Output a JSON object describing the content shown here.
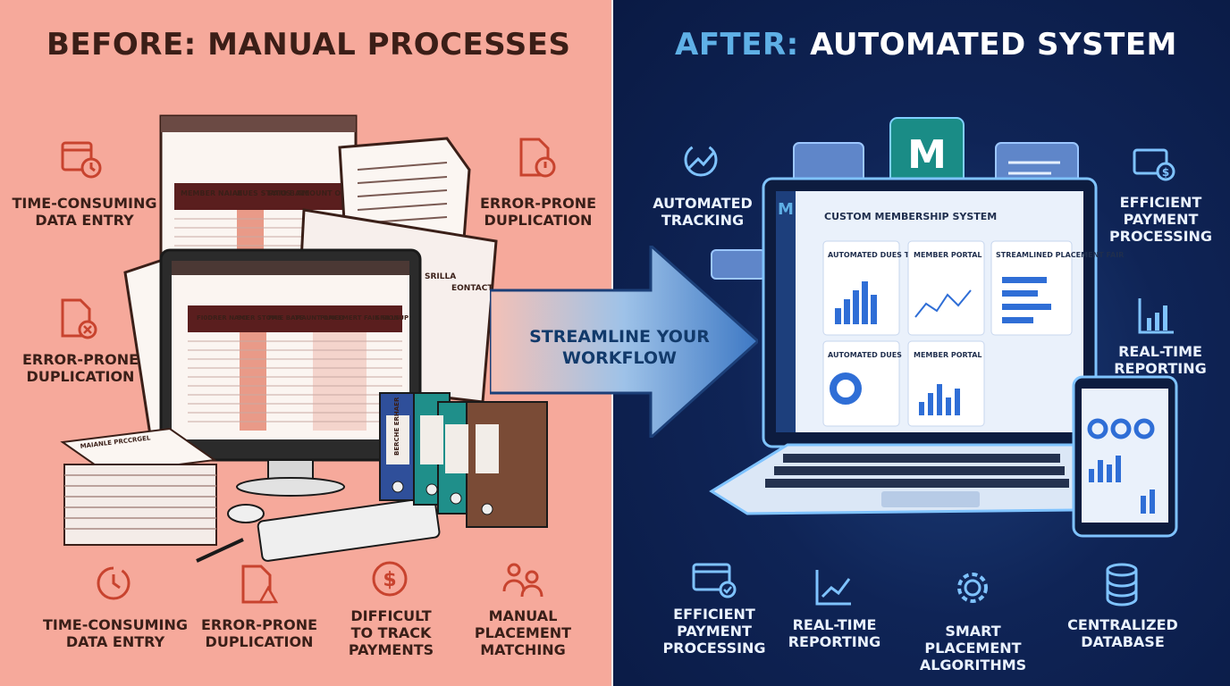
{
  "before": {
    "title": "BEFORE: MANUAL PROCESSES",
    "labels": [
      {
        "text": "TIME-CONSUMING DATA ENTRY",
        "icon": "calendar-clock-icon"
      },
      {
        "text": "ERROR-PRONE DUPLICATION",
        "icon": "document-warning-icon"
      },
      {
        "text": "ERROR-PRONE DUPLICATION",
        "icon": "document-error-icon"
      },
      {
        "text": "TIME-CONSUMING DATA ENTRY",
        "icon": "clock-icon"
      },
      {
        "text": "ERROR-PRONE DUPLICATION",
        "icon": "document-alert-icon"
      },
      {
        "text": "DIFFICULT TO TRACK PAYMENTS",
        "icon": "dollar-coin-icon"
      },
      {
        "text": "MANUAL PLACEMENT MATCHING",
        "icon": "people-swap-icon"
      }
    ],
    "spreadsheet_back": {
      "headers": [
        "MEMBER NAIAE",
        "BUES STATUS",
        "PAIO BATE",
        "AMOUNT ORED"
      ]
    },
    "spreadsheet_mid": {
      "headers": [
        "SRILLA",
        "EONTACT"
      ]
    },
    "spreadsheet_front": {
      "headers": [
        "FI0DRER NAME",
        "SCER STOMS",
        "PAIE BATE",
        "AMAUNT OMED",
        "PLACEMERT FAIK SIONUP",
        "SRILLS"
      ]
    },
    "paper_stack_label": "MAIANLE PRCCRGEL",
    "binder_label": "BERCHE ERHAER"
  },
  "arrow_text": "STREAMLINE YOUR WORKFLOW",
  "after": {
    "title_accent": "AFTER:",
    "title_rest": " AUTOMATED SYSTEM",
    "labels": [
      {
        "text": "AUTOMATED TRACKING",
        "icon": "trend-arrows-icon"
      },
      {
        "text": "EFFICIENT PAYMENT PROCESSING",
        "icon": "wallet-dollar-icon"
      },
      {
        "text": "REAL-TIME REPORTING",
        "icon": "bar-chart-icon"
      },
      {
        "text": "EFFICIENT PAYMENT PROCESSING",
        "icon": "credit-card-check-icon"
      },
      {
        "text": "REAL-TIME REPORTING",
        "icon": "line-chart-icon"
      },
      {
        "text": "SMART PLACEMENT ALGORITHMS",
        "icon": "gear-bulb-icon"
      },
      {
        "text": "CENTRALIZED DATABASE",
        "icon": "database-icon"
      }
    ],
    "app": {
      "logo": "M",
      "title": "CUSTOM MEMBERSHIP SYSTEM",
      "cards": [
        "AUTOMATED DUES TRACKING",
        "MEMBER PORTAL",
        "STREAMLINED PLACEMENT FAIR",
        "AUTOMATED DUES",
        "MEMBER PORTAL"
      ]
    }
  },
  "colors": {
    "left_bg": "#f6a99b",
    "right_bg": "#0f2456",
    "accent_red": "#c8432e",
    "accent_blue": "#5fb0e6"
  }
}
